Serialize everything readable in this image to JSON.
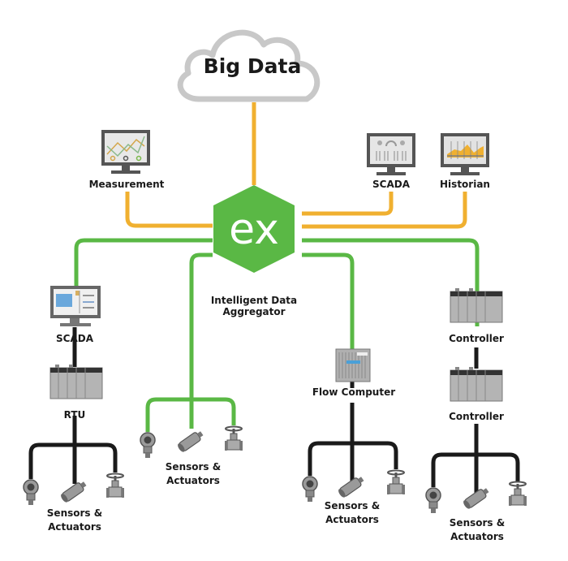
{
  "title": "Big Data",
  "hub": {
    "logo_text": "ex",
    "label_line1": "Intelligent Data",
    "label_line2": "Aggregator"
  },
  "top_nodes": {
    "measurement": "Measurement",
    "scada": "SCADA",
    "historian": "Historian"
  },
  "branches": {
    "left": {
      "scada": "SCADA",
      "rtu": "RTU",
      "sensors_line1": "Sensors &",
      "sensors_line2": "Actuators"
    },
    "center_left": {
      "sensors_line1": "Sensors &",
      "sensors_line2": "Actuators"
    },
    "center_right": {
      "flow_computer": "Flow Computer",
      "sensors_line1": "Sensors &",
      "sensors_line2": "Actuators"
    },
    "right": {
      "controller1": "Controller",
      "controller2": "Controller",
      "sensors_line1": "Sensors &",
      "sensors_line2": "Actuators"
    }
  },
  "colors": {
    "orange_link": "#f0b030",
    "green_link": "#5ab845",
    "field_link": "#1a1a1a",
    "hub_green": "#5ab845",
    "cloud_outline": "#c8c8c8"
  }
}
